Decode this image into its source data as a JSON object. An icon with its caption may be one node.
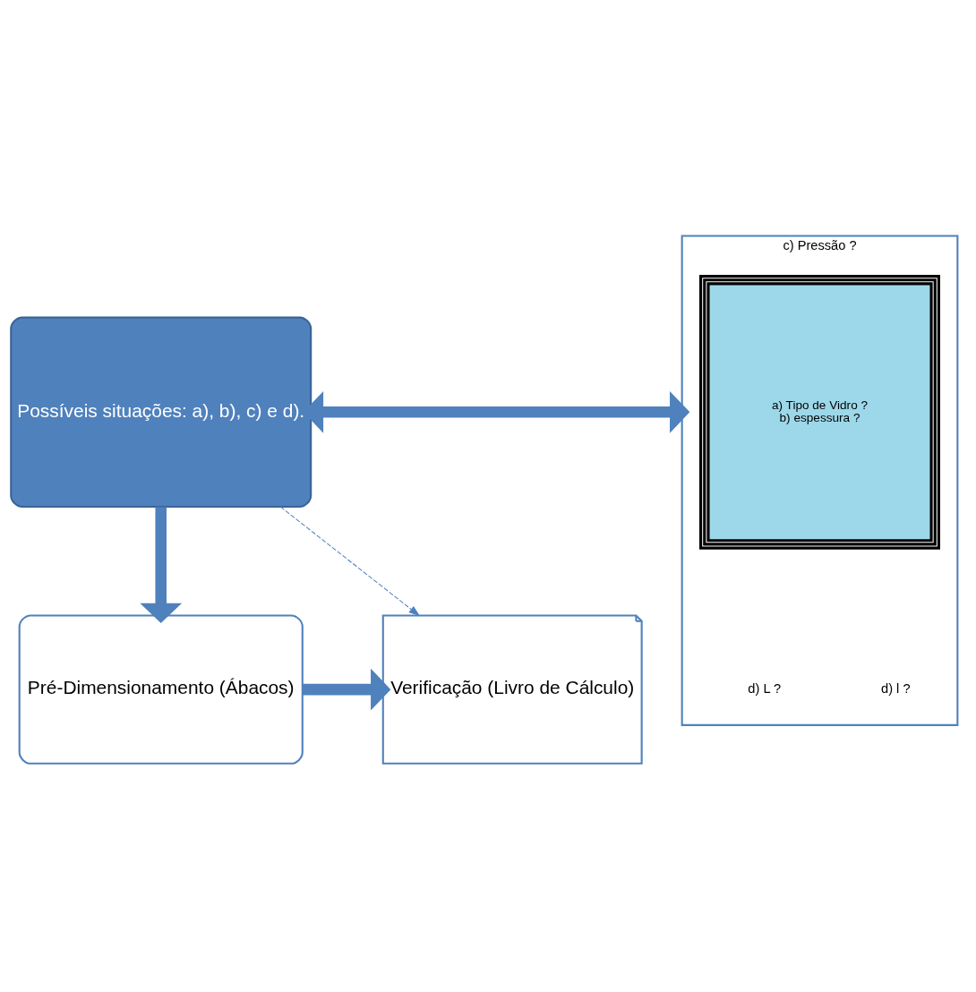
{
  "diagram": {
    "nodes": [
      {
        "text": [
          "Possíveis situações: a), b), c) e d)."
        ]
      },
      {
        "text": [
          "c) Pressão ?"
        ]
      },
      {
        "text": [
          "a) Tipo de Vidro ?",
          "b) espessura ?"
        ],
        "in": 1
      },
      {
        "text": [
          "Pré-Dimensionamento (Ábacos)"
        ]
      },
      {
        "text": [
          "Verificação (Livro de Cálculo)"
        ]
      }
    ],
    "edges": [
      {
        "from": 0,
        "to": 1,
        "arrow": "both"
      },
      {
        "from": 0,
        "to": 3,
        "arrow": "to"
      },
      {
        "from": 0,
        "to": 4,
        "arrow": "to",
        "style": "dashed"
      },
      {
        "from": 3,
        "to": 4,
        "arrow": "to"
      }
    ],
    "labels": [
      "d) L ?",
      "d) l ?"
    ]
  }
}
